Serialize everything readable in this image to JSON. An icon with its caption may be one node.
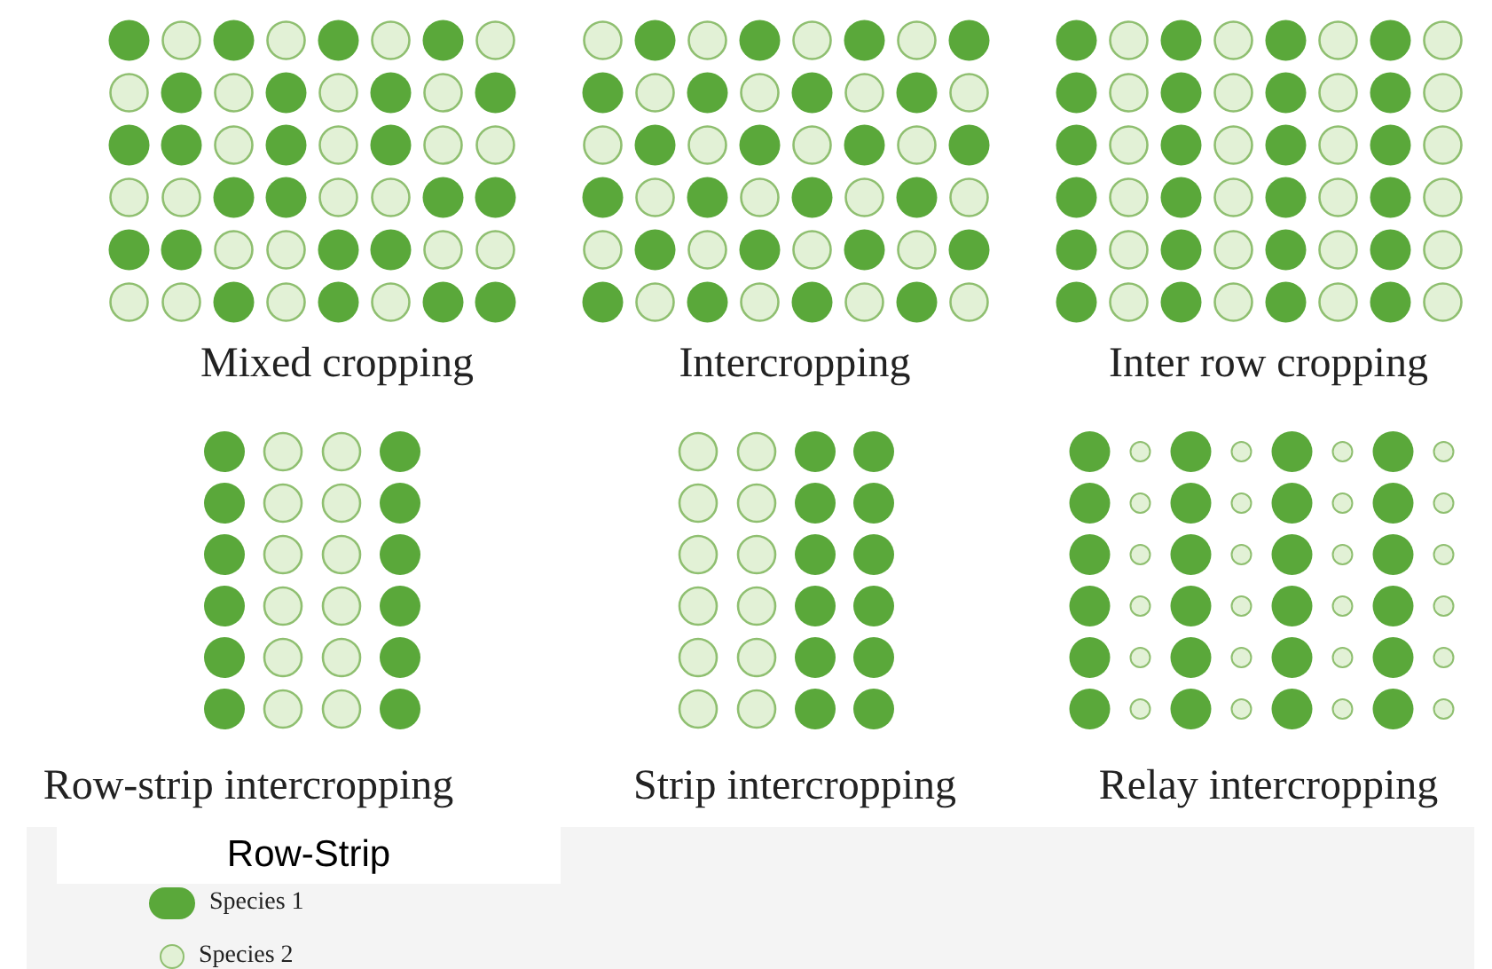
{
  "diagram": {
    "labels": [
      "Mixed cropping",
      "Intercropping",
      "Inter row cropping",
      "Row-strip intercropping",
      "Strip intercropping",
      "Relay intercropping",
      "Row-Strip"
    ],
    "legend": [
      {
        "text": "Species 1",
        "color": "#5aa83a"
      },
      {
        "text": "Species 2",
        "color": "#e2f1d6"
      }
    ]
  }
}
